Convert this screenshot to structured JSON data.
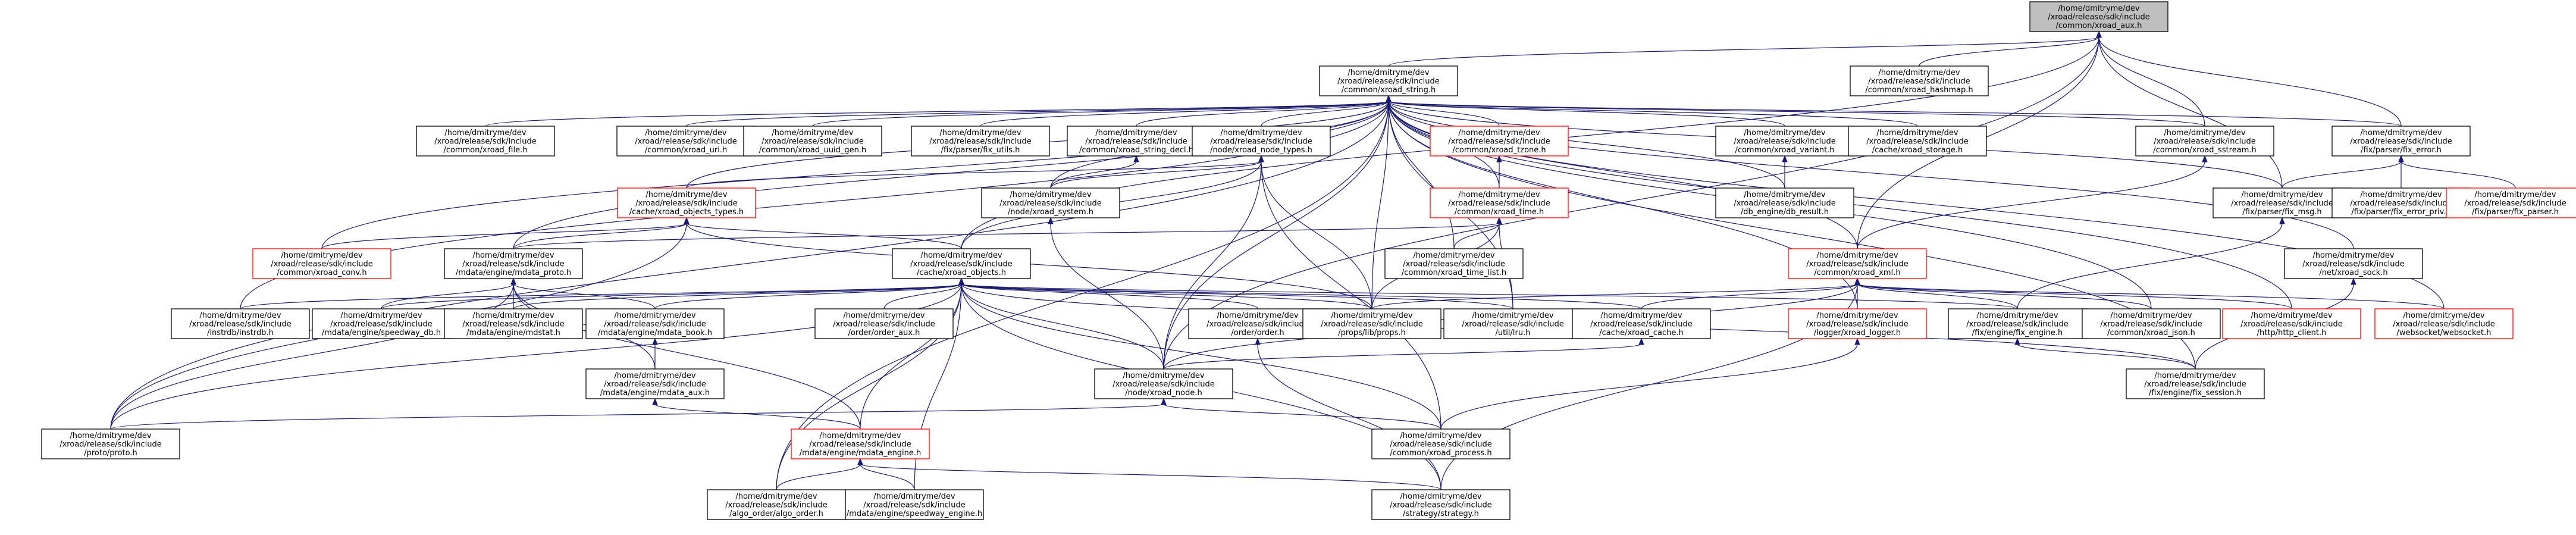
{
  "colors": {
    "edge": "#191970",
    "node_border": "#000000",
    "node_border_red": "#ff0000",
    "root_fill": "#bfbfbf",
    "node_fill": "#ffffff"
  },
  "nodes": [
    {
      "id": "root",
      "lines": [
        "/home/dmitryme/dev",
        "/xroad/release/sdk/include",
        "/common/xroad_aux.h"
      ],
      "border": "black",
      "root": true
    },
    {
      "id": "string",
      "lines": [
        "/home/dmitryme/dev",
        "/xroad/release/sdk/include",
        "/common/xroad_string.h"
      ],
      "border": "black"
    },
    {
      "id": "hashmap",
      "lines": [
        "/home/dmitryme/dev",
        "/xroad/release/sdk/include",
        "/common/xroad_hashmap.h"
      ],
      "border": "black"
    },
    {
      "id": "file",
      "lines": [
        "/home/dmitryme/dev",
        "/xroad/release/sdk/include",
        "/common/xroad_file.h"
      ],
      "border": "black"
    },
    {
      "id": "uri",
      "lines": [
        "/home/dmitryme/dev",
        "/xroad/release/sdk/include",
        "/common/xroad_uri.h"
      ],
      "border": "black"
    },
    {
      "id": "uuidgen",
      "lines": [
        "/home/dmitryme/dev",
        "/xroad/release/sdk/include",
        "/common/xroad_uuid_gen.h"
      ],
      "border": "black"
    },
    {
      "id": "fixutils",
      "lines": [
        "/home/dmitryme/dev",
        "/xroad/release/sdk/include",
        "/fix/parser/fix_utils.h"
      ],
      "border": "black"
    },
    {
      "id": "strdecl",
      "lines": [
        "/home/dmitryme/dev",
        "/xroad/release/sdk/include",
        "/common/xroad_string_decl.h"
      ],
      "border": "black"
    },
    {
      "id": "nodetypes",
      "lines": [
        "/home/dmitryme/dev",
        "/xroad/release/sdk/include",
        "/node/xroad_node_types.h"
      ],
      "border": "black"
    },
    {
      "id": "tzone",
      "lines": [
        "/home/dmitryme/dev",
        "/xroad/release/sdk/include",
        "/common/xroad_tzone.h"
      ],
      "border": "red"
    },
    {
      "id": "variant",
      "lines": [
        "/home/dmitryme/dev",
        "/xroad/release/sdk/include",
        "/common/xroad_variant.h"
      ],
      "border": "black"
    },
    {
      "id": "cachestorage",
      "lines": [
        "/home/dmitryme/dev",
        "/xroad/release/sdk/include",
        "/cache/xroad_storage.h"
      ],
      "border": "black"
    },
    {
      "id": "sstream",
      "lines": [
        "/home/dmitryme/dev",
        "/xroad/release/sdk/include",
        "/common/xroad_sstream.h"
      ],
      "border": "black"
    },
    {
      "id": "fixerror",
      "lines": [
        "/home/dmitryme/dev",
        "/xroad/release/sdk/include",
        "/fix/parser/fix_error.h"
      ],
      "border": "black"
    },
    {
      "id": "objtypes",
      "lines": [
        "/home/dmitryme/dev",
        "/xroad/release/sdk/include",
        "/cache/xroad_objects_types.h"
      ],
      "border": "red"
    },
    {
      "id": "nodesystem",
      "lines": [
        "/home/dmitryme/dev",
        "/xroad/release/sdk/include",
        "/node/xroad_system.h"
      ],
      "border": "black"
    },
    {
      "id": "xtime",
      "lines": [
        "/home/dmitryme/dev",
        "/xroad/release/sdk/include",
        "/common/xroad_time.h"
      ],
      "border": "red"
    },
    {
      "id": "dbresult",
      "lines": [
        "/home/dmitryme/dev",
        "/xroad/release/sdk/include",
        "/db_engine/db_result.h"
      ],
      "border": "black"
    },
    {
      "id": "fixmsg",
      "lines": [
        "/home/dmitryme/dev",
        "/xroad/release/sdk/include",
        "/fix/parser/fix_msg.h"
      ],
      "border": "black"
    },
    {
      "id": "fixerrpriv",
      "lines": [
        "/home/dmitryme/dev",
        "/xroad/release/sdk/include",
        "/fix/parser/fix_error_priv.h"
      ],
      "border": "black"
    },
    {
      "id": "fixparser",
      "lines": [
        "/home/dmitryme/dev",
        "/xroad/release/sdk/include",
        "/fix/parser/fix_parser.h"
      ],
      "border": "red"
    },
    {
      "id": "conv",
      "lines": [
        "/home/dmitryme/dev",
        "/xroad/release/sdk/include",
        "/common/xroad_conv.h"
      ],
      "border": "red"
    },
    {
      "id": "mdataproto",
      "lines": [
        "/home/dmitryme/dev",
        "/xroad/release/sdk/include",
        "/mdata/engine/mdata_proto.h"
      ],
      "border": "black"
    },
    {
      "id": "objects",
      "lines": [
        "/home/dmitryme/dev",
        "/xroad/release/sdk/include",
        "/cache/xroad_objects.h"
      ],
      "border": "black"
    },
    {
      "id": "timelist",
      "lines": [
        "/home/dmitryme/dev",
        "/xroad/release/sdk/include",
        "/common/xroad_time_list.h"
      ],
      "border": "black"
    },
    {
      "id": "xml",
      "lines": [
        "/home/dmitryme/dev",
        "/xroad/release/sdk/include",
        "/common/xroad_xml.h"
      ],
      "border": "red"
    },
    {
      "id": "netsock",
      "lines": [
        "/home/dmitryme/dev",
        "/xroad/release/sdk/include",
        "/net/xroad_sock.h"
      ],
      "border": "black"
    },
    {
      "id": "instrdb",
      "lines": [
        "/home/dmitryme/dev",
        "/xroad/release/sdk/include",
        "/instrdb/instrdb.h"
      ],
      "border": "black"
    },
    {
      "id": "speedwaydb",
      "lines": [
        "/home/dmitryme/dev",
        "/xroad/release/sdk/include",
        "/mdata/engine/speedway_db.h"
      ],
      "border": "black"
    },
    {
      "id": "mdstat",
      "lines": [
        "/home/dmitryme/dev",
        "/xroad/release/sdk/include",
        "/mdata/engine/mdstat.h"
      ],
      "border": "black"
    },
    {
      "id": "mdatabook",
      "lines": [
        "/home/dmitryme/dev",
        "/xroad/release/sdk/include",
        "/mdata/engine/mdata_book.h"
      ],
      "border": "black"
    },
    {
      "id": "orderaux",
      "lines": [
        "/home/dmitryme/dev",
        "/xroad/release/sdk/include",
        "/order/order_aux.h"
      ],
      "border": "black"
    },
    {
      "id": "order",
      "lines": [
        "/home/dmitryme/dev",
        "/xroad/release/sdk/include",
        "/order/order.h"
      ],
      "border": "black"
    },
    {
      "id": "propslib",
      "lines": [
        "/home/dmitryme/dev",
        "/xroad/release/sdk/include",
        "/props/lib/props.h"
      ],
      "border": "black"
    },
    {
      "id": "utillru",
      "lines": [
        "/home/dmitryme/dev",
        "/xroad/release/sdk/include",
        "/util/lru.h"
      ],
      "border": "black"
    },
    {
      "id": "cachecache",
      "lines": [
        "/home/dmitryme/dev",
        "/xroad/release/sdk/include",
        "/cache/xroad_cache.h"
      ],
      "border": "black"
    },
    {
      "id": "logger",
      "lines": [
        "/home/dmitryme/dev",
        "/xroad/release/sdk/include",
        "/logger/xroad_logger.h"
      ],
      "border": "red"
    },
    {
      "id": "fixengine",
      "lines": [
        "/home/dmitryme/dev",
        "/xroad/release/sdk/include",
        "/fix/engine/fix_engine.h"
      ],
      "border": "black"
    },
    {
      "id": "json",
      "lines": [
        "/home/dmitryme/dev",
        "/xroad/release/sdk/include",
        "/common/xroad_json.h"
      ],
      "border": "black"
    },
    {
      "id": "httpclient",
      "lines": [
        "/home/dmitryme/dev",
        "/xroad/release/sdk/include",
        "/http/http_client.h"
      ],
      "border": "red"
    },
    {
      "id": "websocket",
      "lines": [
        "/home/dmitryme/dev",
        "/xroad/release/sdk/include",
        "/websocket/websocket.h"
      ],
      "border": "red"
    },
    {
      "id": "mdataaux",
      "lines": [
        "/home/dmitryme/dev",
        "/xroad/release/sdk/include",
        "/mdata/engine/mdata_aux.h"
      ],
      "border": "black"
    },
    {
      "id": "xnode",
      "lines": [
        "/home/dmitryme/dev",
        "/xroad/release/sdk/include",
        "/node/xroad_node.h"
      ],
      "border": "black"
    },
    {
      "id": "fixsession",
      "lines": [
        "/home/dmitryme/dev",
        "/xroad/release/sdk/include",
        "/fix/engine/fix_session.h"
      ],
      "border": "black"
    },
    {
      "id": "proto",
      "lines": [
        "/home/dmitryme/dev",
        "/xroad/release/sdk/include",
        "/proto/proto.h"
      ],
      "border": "black"
    },
    {
      "id": "mdataengine",
      "lines": [
        "/home/dmitryme/dev",
        "/xroad/release/sdk/include",
        "/mdata/engine/mdata_engine.h"
      ],
      "border": "red"
    },
    {
      "id": "process",
      "lines": [
        "/home/dmitryme/dev",
        "/xroad/release/sdk/include",
        "/common/xroad_process.h"
      ],
      "border": "black"
    },
    {
      "id": "algoorder",
      "lines": [
        "/home/dmitryme/dev",
        "/xroad/release/sdk/include",
        "/algo_order/algo_order.h"
      ],
      "border": "black"
    },
    {
      "id": "speedwayengine",
      "lines": [
        "/home/dmitryme/dev",
        "/xroad/release/sdk/include",
        "/mdata/engine/speedway_engine.h"
      ],
      "border": "black"
    },
    {
      "id": "strategy",
      "lines": [
        "/home/dmitryme/dev",
        "/xroad/release/sdk/include",
        "/strategy/strategy.h"
      ],
      "border": "black"
    }
  ],
  "edges": [
    [
      "root",
      "string"
    ],
    [
      "root",
      "hashmap"
    ],
    [
      "root",
      "sstream"
    ],
    [
      "root",
      "fixerror"
    ],
    [
      "root",
      "fixmsg"
    ],
    [
      "root",
      "objects"
    ],
    [
      "root",
      "xnode"
    ],
    [
      "root",
      "xml"
    ],
    [
      "string",
      "file"
    ],
    [
      "string",
      "uri"
    ],
    [
      "string",
      "uuidgen"
    ],
    [
      "string",
      "fixutils"
    ],
    [
      "string",
      "strdecl"
    ],
    [
      "string",
      "nodetypes"
    ],
    [
      "string",
      "tzone"
    ],
    [
      "string",
      "variant"
    ],
    [
      "string",
      "cachestorage"
    ],
    [
      "string",
      "sstream"
    ],
    [
      "string",
      "fixerror"
    ],
    [
      "string",
      "objtypes"
    ],
    [
      "string",
      "nodesystem"
    ],
    [
      "string",
      "xtime"
    ],
    [
      "string",
      "dbresult"
    ],
    [
      "string",
      "fixmsg"
    ],
    [
      "string",
      "conv"
    ],
    [
      "string",
      "mdataproto"
    ],
    [
      "string",
      "timelist"
    ],
    [
      "string",
      "xml"
    ],
    [
      "string",
      "netsock"
    ],
    [
      "string",
      "instrdb"
    ],
    [
      "string",
      "propslib"
    ],
    [
      "string",
      "logger"
    ],
    [
      "string",
      "json"
    ],
    [
      "string",
      "httpclient"
    ],
    [
      "string",
      "websocket"
    ],
    [
      "string",
      "xnode"
    ],
    [
      "string",
      "proto"
    ],
    [
      "string",
      "algoorder"
    ],
    [
      "string",
      "fixsession"
    ],
    [
      "string",
      "utillru"
    ],
    [
      "strdecl",
      "nodesystem"
    ],
    [
      "nodetypes",
      "objtypes"
    ],
    [
      "nodetypes",
      "nodesystem"
    ],
    [
      "nodetypes",
      "objects"
    ],
    [
      "nodetypes",
      "propslib"
    ],
    [
      "nodetypes",
      "xnode"
    ],
    [
      "nodetypes",
      "process"
    ],
    [
      "tzone",
      "xtime"
    ],
    [
      "variant",
      "dbresult"
    ],
    [
      "sstream",
      "xml"
    ],
    [
      "fixerror",
      "fixmsg"
    ],
    [
      "fixerror",
      "fixerrpriv"
    ],
    [
      "fixerror",
      "fixparser"
    ],
    [
      "objtypes",
      "conv"
    ],
    [
      "objtypes",
      "mdataproto"
    ],
    [
      "objtypes",
      "objects"
    ],
    [
      "objtypes",
      "proto"
    ],
    [
      "objtypes",
      "propslib"
    ],
    [
      "nodesystem",
      "xnode"
    ],
    [
      "xtime",
      "mdataproto"
    ],
    [
      "xtime",
      "timelist"
    ],
    [
      "xtime",
      "utillru"
    ],
    [
      "xtime",
      "propslib"
    ],
    [
      "fixmsg",
      "fixengine"
    ],
    [
      "mdataproto",
      "speedwaydb"
    ],
    [
      "mdataproto",
      "mdstat"
    ],
    [
      "mdataproto",
      "mdatabook"
    ],
    [
      "mdataproto",
      "proto"
    ],
    [
      "mdataproto",
      "mdataaux"
    ],
    [
      "mdataproto",
      "mdataengine"
    ],
    [
      "objects",
      "instrdb"
    ],
    [
      "objects",
      "speedwaydb"
    ],
    [
      "objects",
      "mdstat"
    ],
    [
      "objects",
      "mdatabook"
    ],
    [
      "objects",
      "orderaux"
    ],
    [
      "objects",
      "order"
    ],
    [
      "objects",
      "propslib"
    ],
    [
      "objects",
      "utillru"
    ],
    [
      "objects",
      "cachecache"
    ],
    [
      "objects",
      "fixengine"
    ],
    [
      "objects",
      "xnode"
    ],
    [
      "objects",
      "proto"
    ],
    [
      "objects",
      "mdataengine"
    ],
    [
      "objects",
      "process"
    ],
    [
      "objects",
      "algoorder"
    ],
    [
      "objects",
      "speedwayengine"
    ],
    [
      "objects",
      "strategy"
    ],
    [
      "objects",
      "fixsession"
    ],
    [
      "xml",
      "propslib"
    ],
    [
      "xml",
      "cachecache"
    ],
    [
      "xml",
      "logger"
    ],
    [
      "xml",
      "fixengine"
    ],
    [
      "xml",
      "json"
    ],
    [
      "xml",
      "httpclient"
    ],
    [
      "xml",
      "websocket"
    ],
    [
      "xml",
      "xnode"
    ],
    [
      "xml",
      "strategy"
    ],
    [
      "netsock",
      "fixsession"
    ],
    [
      "mdatabook",
      "mdataaux"
    ],
    [
      "order",
      "strategy"
    ],
    [
      "cachecache",
      "xnode"
    ],
    [
      "logger",
      "process"
    ],
    [
      "fixengine",
      "fixsession"
    ],
    [
      "mdataaux",
      "mdataengine"
    ],
    [
      "xnode",
      "proto"
    ],
    [
      "xnode",
      "process"
    ],
    [
      "mdataengine",
      "algoorder"
    ],
    [
      "mdataengine",
      "speedwayengine"
    ],
    [
      "mdataengine",
      "strategy"
    ]
  ]
}
